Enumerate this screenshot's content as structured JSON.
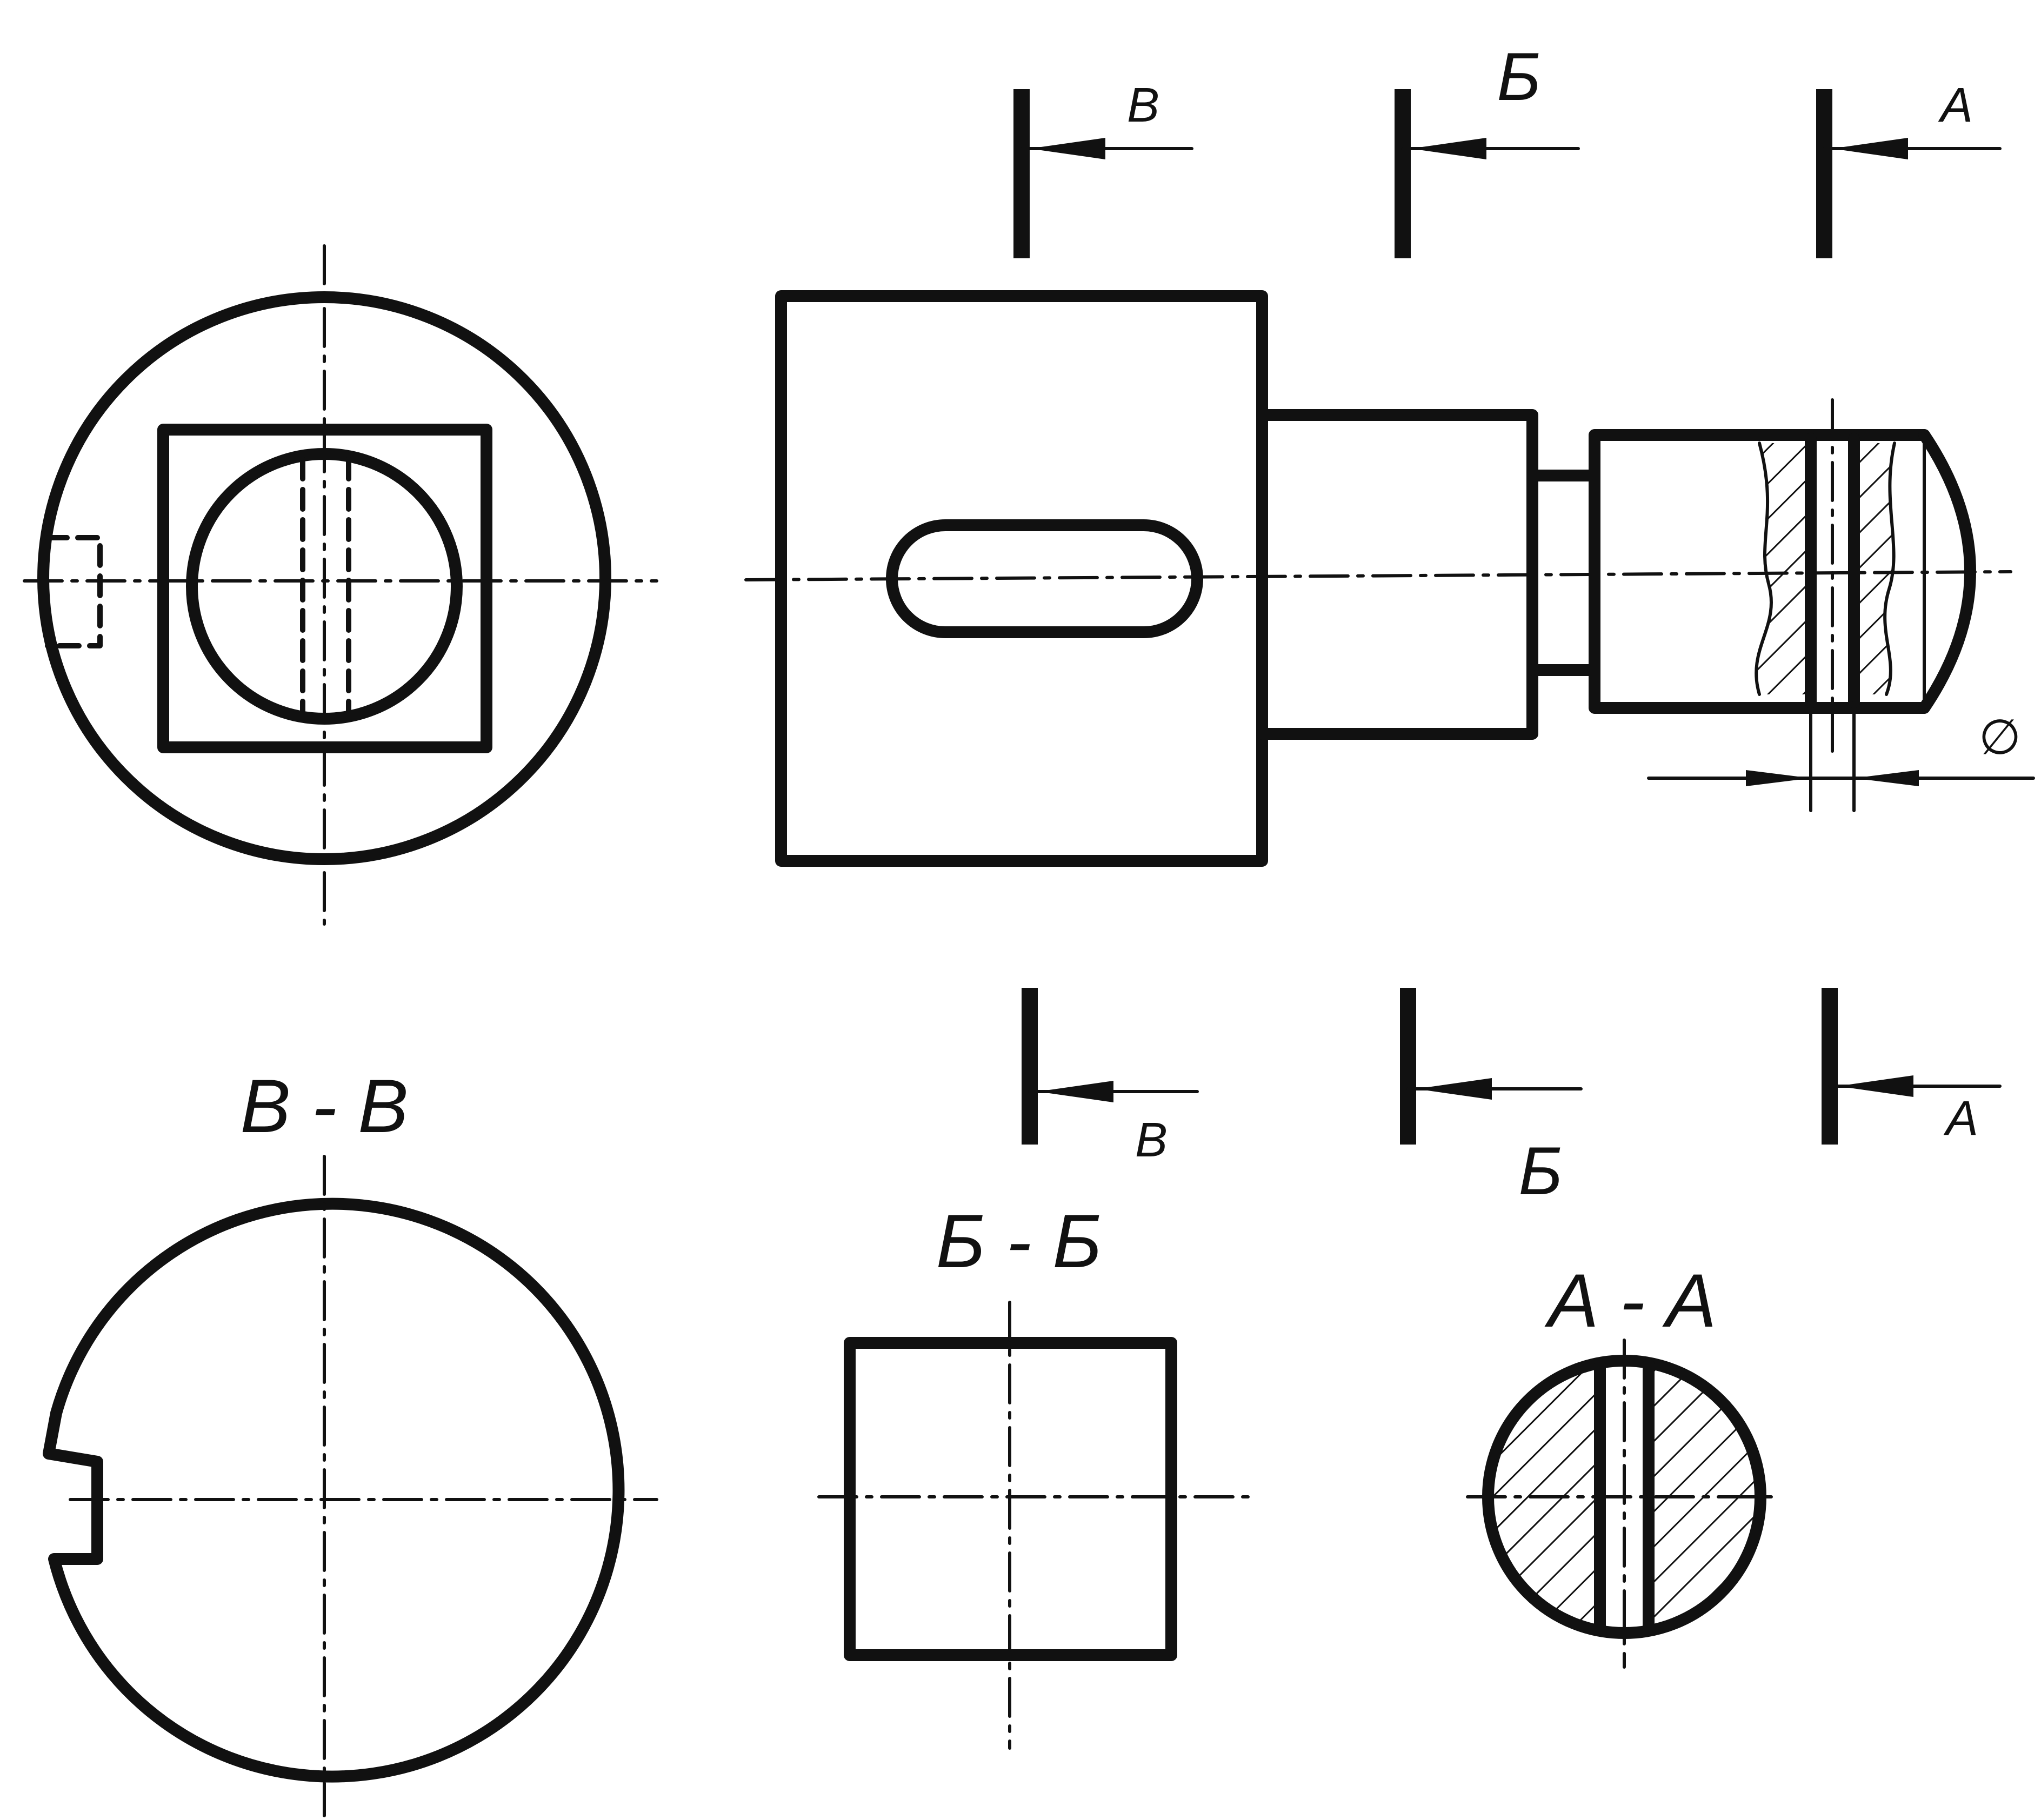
{
  "labels": {
    "cut_top_v": "В",
    "cut_top_b": "Б",
    "cut_top_a": "А",
    "cut_bot_v": "В",
    "cut_bot_b": "Б",
    "cut_bot_a": "А",
    "diameter_symbol": "∅",
    "section_vv": "В - В",
    "section_bb": "Б - Б",
    "section_aa": "А - А"
  },
  "colors": {
    "ink": "#111111",
    "paper": "#ffffff"
  }
}
